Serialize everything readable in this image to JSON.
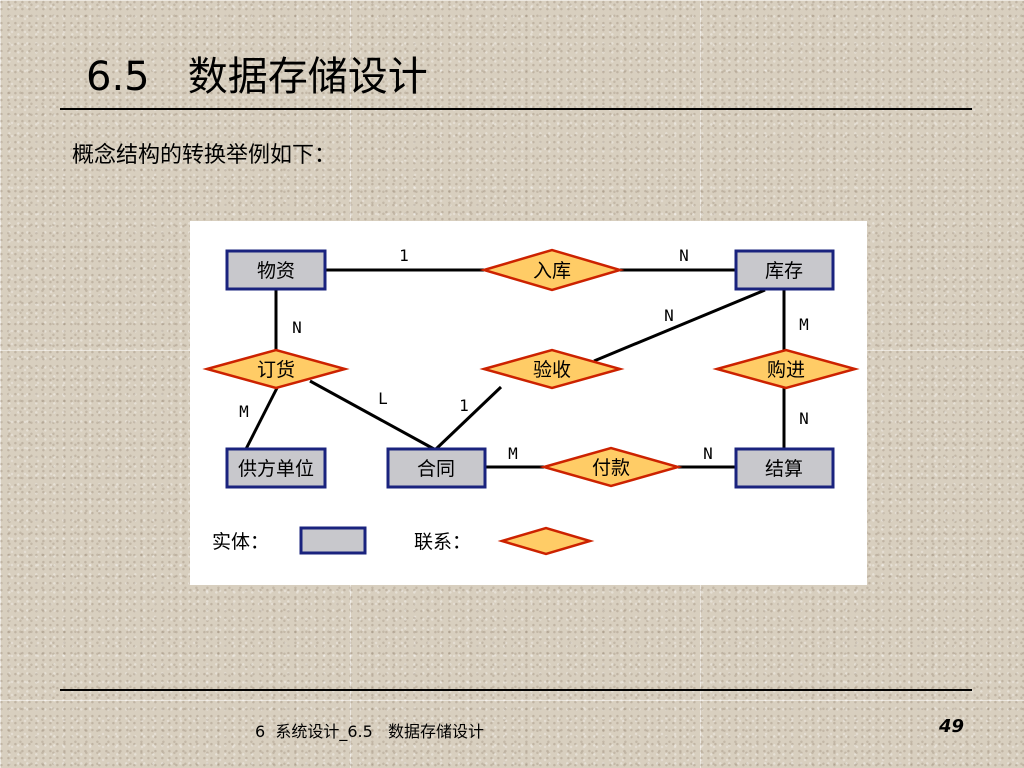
{
  "slide": {
    "title": "6.5   数据存储设计",
    "subtitle": "概念结构的转换举例如下：",
    "footer": "6  系统设计_6.5   数据存储设计",
    "page_number": "49"
  },
  "diagram": {
    "entities": {
      "wuzi": "物资",
      "kucun": "库存",
      "gongfang": "供方单位",
      "hetong": "合同",
      "jiesuan": "结算"
    },
    "relationships": {
      "ruku": "入库",
      "dinghuo": "订货",
      "yanshou": "验收",
      "goujin": "购进",
      "fukuan": "付款"
    },
    "cardinalities": {
      "wuzi_ruku": "1",
      "ruku_kucun": "N",
      "wuzi_dinghuo": "N",
      "dinghuo_gongfang": "M",
      "dinghuo_hetong": "L",
      "yanshou_hetong": "1",
      "yanshou_kucun": "N",
      "kucun_goujin": "M",
      "goujin_jiesuan": "N",
      "hetong_fukuan": "M",
      "fukuan_jiesuan": "N"
    },
    "legend": {
      "entity_label": "实体：",
      "relationship_label": "联系："
    },
    "colors": {
      "entity_fill": "#c8c8cc",
      "entity_stroke": "#1a237e",
      "relationship_fill": "#ffcc66",
      "relationship_stroke": "#cc2200"
    }
  }
}
